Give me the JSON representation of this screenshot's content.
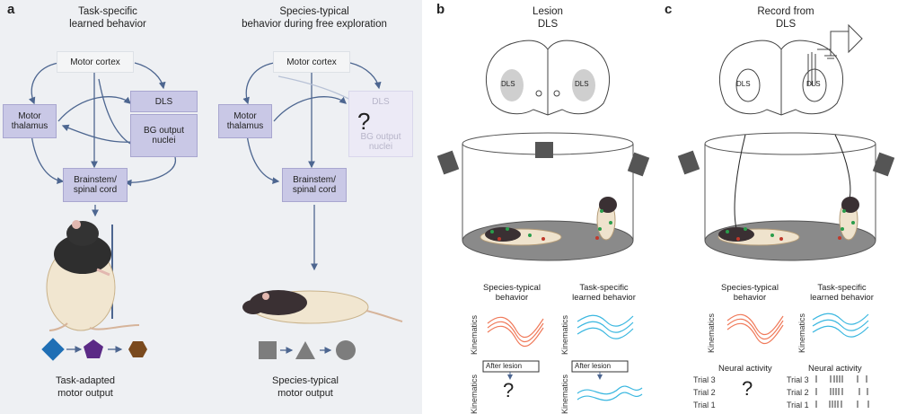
{
  "panel_a": {
    "letter": "a",
    "left_title_1": "Task-specific",
    "left_title_2": "learned behavior",
    "right_title_1": "Species-typical",
    "right_title_2": "behavior during free exploration",
    "motor_cortex": "Motor cortex",
    "dls": "DLS",
    "bg_output_1": "BG output",
    "bg_output_2": "nuclei",
    "motor_thalamus_1": "Motor",
    "motor_thalamus_2": "thalamus",
    "brainstem_1": "Brainstem/",
    "brainstem_2": "spinal cord",
    "question": "?",
    "left_caption_1": "Task-adapted",
    "left_caption_2": "motor output",
    "right_caption_1": "Species-typical",
    "right_caption_2": "motor output",
    "left_shape_colors": [
      "#1f6fb5",
      "#5b2a86",
      "#7a4a1e"
    ],
    "right_shape_color": "#7d7d7d"
  },
  "panel_b": {
    "letter": "b",
    "title_1": "Lesion",
    "title_2": "DLS",
    "dls_left": "DLS",
    "dls_right": "DLS",
    "col1_title_1": "Species-typical",
    "col1_title_2": "behavior",
    "col2_title_1": "Task-specific",
    "col2_title_2": "learned behavior",
    "kinematics": "Kinematics",
    "after_lesion": "After lesion",
    "question": "?",
    "orange": "#f07a5a",
    "blue": "#3ab7e0"
  },
  "panel_c": {
    "letter": "c",
    "title_1": "Record from",
    "title_2": "DLS",
    "dls_left": "DLS",
    "dls_right": "DLS",
    "col1_title_1": "Species-typical",
    "col1_title_2": "behavior",
    "col2_title_1": "Task-specific",
    "col2_title_2": "learned behavior",
    "kinematics": "Kinematics",
    "neural_activity": "Neural activity",
    "trials": [
      "Trial 3",
      "Trial 2",
      "Trial 1"
    ],
    "question": "?"
  }
}
